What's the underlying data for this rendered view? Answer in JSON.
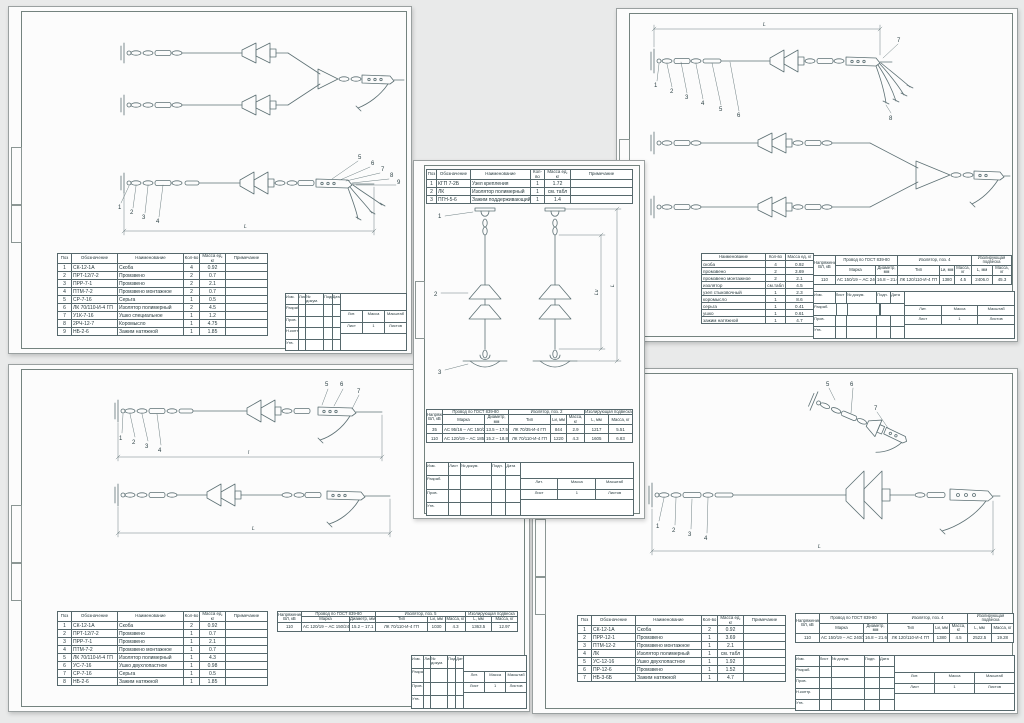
{
  "colors": {
    "line": "#5d7074",
    "frame": "#74837f",
    "table_border": "#56686c",
    "sheet": "#fcfcfc",
    "background": "#e9eaea"
  },
  "tb": {
    "izm": "Изм.",
    "list": "Лист",
    "ndoc": "№ докум.",
    "podp": "Подп.",
    "date": "Дата",
    "razrab": "Разраб.",
    "prov": "Пров.",
    "nkontr": "Н.контр.",
    "utv": "Утв.",
    "lit": "Лит.",
    "mass": "Масса",
    "masshtab": "Масштаб",
    "list_label": "Лист",
    "listov_label": "Листов",
    "sheet_no": "1"
  },
  "spec_headers": {
    "pos": "Поз",
    "designation": "Обозначение",
    "name": "Наименование",
    "qty": "Кол-во",
    "mass": "Масса ед, кг",
    "note": "Примечание"
  },
  "param_headers": {
    "voltage": "Напряжение ВЛ, кВ",
    "wire": "Провод по ГОСТ 839-80",
    "mark": "Марка",
    "dia": "Диаметр, мм",
    "type": "Тип",
    "li": "Lи, мм",
    "mass": "Масса, кг",
    "susp": "Изолирующая подвеска",
    "l": "L, мм"
  },
  "sheets": {
    "tl": {
      "spec_rows": [
        {
          "pos": "1",
          "designation": "СК-12-1А",
          "name": "Скоба",
          "qty": "4",
          "mass": "0.92",
          "note": ""
        },
        {
          "pos": "2",
          "designation": "ПРТ-12/7-2",
          "name": "Промзвено",
          "qty": "2",
          "mass": "0.7",
          "note": ""
        },
        {
          "pos": "3",
          "designation": "ПРР-7-1",
          "name": "Промзвено",
          "qty": "2",
          "mass": "2.1",
          "note": ""
        },
        {
          "pos": "4",
          "designation": "ПТМ-7-2",
          "name": "Промзвено монтажное",
          "qty": "2",
          "mass": "0.7",
          "note": ""
        },
        {
          "pos": "5",
          "designation": "СР-7-16",
          "name": "Серьга",
          "qty": "1",
          "mass": "0.5",
          "note": ""
        },
        {
          "pos": "6",
          "designation": "ЛК 70/110-И-4 ГП",
          "name": "Изолятор полимерный",
          "qty": "2",
          "mass": "4.5",
          "note": ""
        },
        {
          "pos": "7",
          "designation": "У1К-7-16",
          "name": "Ушко специальное",
          "qty": "1",
          "mass": "1.2",
          "note": ""
        },
        {
          "pos": "8",
          "designation": "2РЧ-12-7",
          "name": "Коромысло",
          "qty": "1",
          "mass": "4.75",
          "note": ""
        },
        {
          "pos": "9",
          "designation": "НБ-2-6",
          "name": "Зажим натяжной",
          "qty": "1",
          "mass": "1.85",
          "note": ""
        }
      ],
      "callouts": [
        "1",
        "2",
        "3",
        "4",
        "5",
        "6",
        "7",
        "8",
        "9"
      ],
      "dim_label": "L"
    },
    "tr": {
      "parts_rows": [
        {
          "name": "скоба",
          "qty": "4",
          "mass": "0.92"
        },
        {
          "name": "промзвено",
          "qty": "2",
          "mass": "3.69"
        },
        {
          "name": "промзвено монтажное",
          "qty": "2",
          "mass": "2.1"
        },
        {
          "name": "изолятор",
          "qty": "см.табл",
          "mass": "4.5"
        },
        {
          "name": "узел стыковочный",
          "qty": "1",
          "mass": "2.3"
        },
        {
          "name": "коромысло",
          "qty": "1",
          "mass": "8.6"
        },
        {
          "name": "серьга",
          "qty": "1",
          "mass": "0.41"
        },
        {
          "name": "ушко",
          "qty": "1",
          "mass": "0.61"
        },
        {
          "name": "зажим натяжной",
          "qty": "1",
          "mass": "4.7"
        }
      ],
      "ins_label": "Изолятор, поз. 4",
      "param_rows": [
        {
          "v": "110",
          "mark": "АС 150/19 – АС 240/39",
          "dia": "16.8 – 21.6",
          "type": "ЛК 120/110-И-4 ГП",
          "li": "1380",
          "mi": "4.5",
          "l": "2406.0",
          "ml": "45.3"
        }
      ],
      "callouts": [
        "1",
        "2",
        "3",
        "4",
        "5",
        "6",
        "7",
        "8"
      ],
      "dim_label": "L"
    },
    "c": {
      "spec_rows": [
        {
          "pos": "1",
          "designation": "КГП 7-2Б",
          "name": "Узел крепления",
          "qty": "1",
          "mass": "1.72",
          "note": ""
        },
        {
          "pos": "2",
          "designation": "ЛК",
          "name": "Изолятор полимерный",
          "qty": "1",
          "mass": "см. табл",
          "note": ""
        },
        {
          "pos": "3",
          "designation": "ПГН-5-6",
          "name": "Зажим поддерживающий",
          "qty": "1",
          "mass": "1.4",
          "note": ""
        }
      ],
      "ins_label": "Изолятор, поз. 2",
      "param_rows": [
        {
          "v": "35",
          "mark": "АС 95/16 – АС 150/24",
          "dia": "13.5 – 17.5",
          "type": "ЛК 70/35-И-4 ГП",
          "li": "844",
          "mi": "2.9",
          "l": "1217",
          "ml": "5.51"
        },
        {
          "v": "110",
          "mark": "АС 120/19 – АС 185/29",
          "dia": "15.2 – 18.8",
          "type": "ЛК 70/110-И-4 ГП",
          "li": "1220",
          "mi": "4.3",
          "l": "1605",
          "ml": "6.83"
        }
      ],
      "callouts": [
        "1",
        "2",
        "3"
      ],
      "dim_li": "Lи",
      "dim_l": "L"
    },
    "bl": {
      "spec_rows": [
        {
          "pos": "1",
          "designation": "СК-12-1А",
          "name": "Скоба",
          "qty": "2",
          "mass": "0.92",
          "note": ""
        },
        {
          "pos": "2",
          "designation": "ПРТ-12/7-2",
          "name": "Промзвено",
          "qty": "1",
          "mass": "0.7",
          "note": ""
        },
        {
          "pos": "3",
          "designation": "ПРР-7-1",
          "name": "Промзвено",
          "qty": "1",
          "mass": "2.1",
          "note": ""
        },
        {
          "pos": "4",
          "designation": "ПТМ-7-2",
          "name": "Промзвено монтажное",
          "qty": "1",
          "mass": "0.7",
          "note": ""
        },
        {
          "pos": "5",
          "designation": "ЛК 70/110-И-4 ГП",
          "name": "Изолятор полимерный",
          "qty": "1",
          "mass": "4.3",
          "note": ""
        },
        {
          "pos": "6",
          "designation": "УС-7-16",
          "name": "Ушко двухлопастное",
          "qty": "1",
          "mass": "0.98",
          "note": ""
        },
        {
          "pos": "7",
          "designation": "СР-7-16",
          "name": "Серьга",
          "qty": "1",
          "mass": "0.5",
          "note": ""
        },
        {
          "pos": "8",
          "designation": "НБ-2-6",
          "name": "Зажим натяжной",
          "qty": "1",
          "mass": "1.85",
          "note": ""
        }
      ],
      "ins_label": "Изолятор, поз. 5",
      "param_rows": [
        {
          "v": "110",
          "mark": "АС 120/19 – АС 150/24",
          "dia": "15.2 – 17.1",
          "type": "ЛК 70/110-И-4 ГП",
          "li": "1030",
          "mi": "4.3",
          "l": "1363.5",
          "ml": "12.97"
        }
      ],
      "callouts": [
        "1",
        "2",
        "3",
        "4",
        "5",
        "6",
        "7"
      ],
      "dim1": "l",
      "dim2": "L"
    },
    "br": {
      "spec_rows": [
        {
          "pos": "1",
          "designation": "СК-12-1А",
          "name": "Скоба",
          "qty": "2",
          "mass": "0.92",
          "note": ""
        },
        {
          "pos": "2",
          "designation": "ПРР-12-1",
          "name": "Промзвено",
          "qty": "1",
          "mass": "3.69",
          "note": ""
        },
        {
          "pos": "3",
          "designation": "ПТМ-12-2",
          "name": "Промзвено монтажное",
          "qty": "1",
          "mass": "2.1",
          "note": ""
        },
        {
          "pos": "4",
          "designation": "ЛК",
          "name": "Изолятор полимерный",
          "qty": "1",
          "mass": "см. табл",
          "note": ""
        },
        {
          "pos": "5",
          "designation": "УС-12-16",
          "name": "Ушко двухлопастное",
          "qty": "1",
          "mass": "1.92",
          "note": ""
        },
        {
          "pos": "6",
          "designation": "ПР-12-6",
          "name": "Промзвено",
          "qty": "1",
          "mass": "1.52",
          "note": ""
        },
        {
          "pos": "7",
          "designation": "НБ-3-6Б",
          "name": "Зажим натяжной",
          "qty": "1",
          "mass": "4.7",
          "note": ""
        }
      ],
      "ins_label": "Изолятор, поз. 4",
      "param_rows": [
        {
          "v": "110",
          "mark": "АС 150/19 – АС 240/39",
          "dia": "16.8 – 21.6",
          "type": "ЛК 120/110-И-4 ГП",
          "li": "1380",
          "mi": "4.5",
          "l": "2522.5",
          "ml": "19.28"
        }
      ],
      "callouts": [
        "1",
        "2",
        "3",
        "4",
        "5",
        "6",
        "7"
      ],
      "dim_label": "L"
    }
  }
}
